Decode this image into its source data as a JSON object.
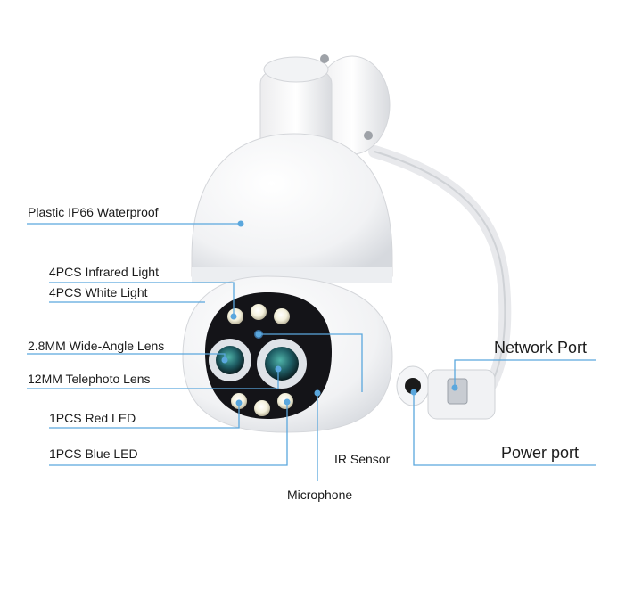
{
  "labels": {
    "plastic": "Plastic IP66 Waterproof",
    "infrared": "4PCS Infrared Light",
    "white": "4PCS White Light",
    "wide_lens": "2.8MM Wide-Angle Lens",
    "tele_lens": "12MM Telephoto Lens",
    "red_led": "1PCS Red LED",
    "blue_led": "1PCS Blue LED",
    "ir_sensor": "IR Sensor",
    "microphone": "Microphone",
    "network_port": "Network Port",
    "power_port": "Power port"
  },
  "colors": {
    "callout": "#5aa7dd",
    "housing": "#ffffff",
    "face": "#141418",
    "lens_ring": "#dfe3e8",
    "lens_glass": "#1f5f66",
    "led": "#f4f1dc"
  }
}
